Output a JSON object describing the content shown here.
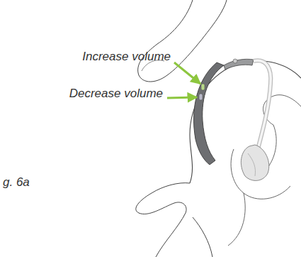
{
  "diagram": {
    "labels": [
      "Increase volume",
      "Decrease volume",
      "g. 6a"
    ]
  }
}
